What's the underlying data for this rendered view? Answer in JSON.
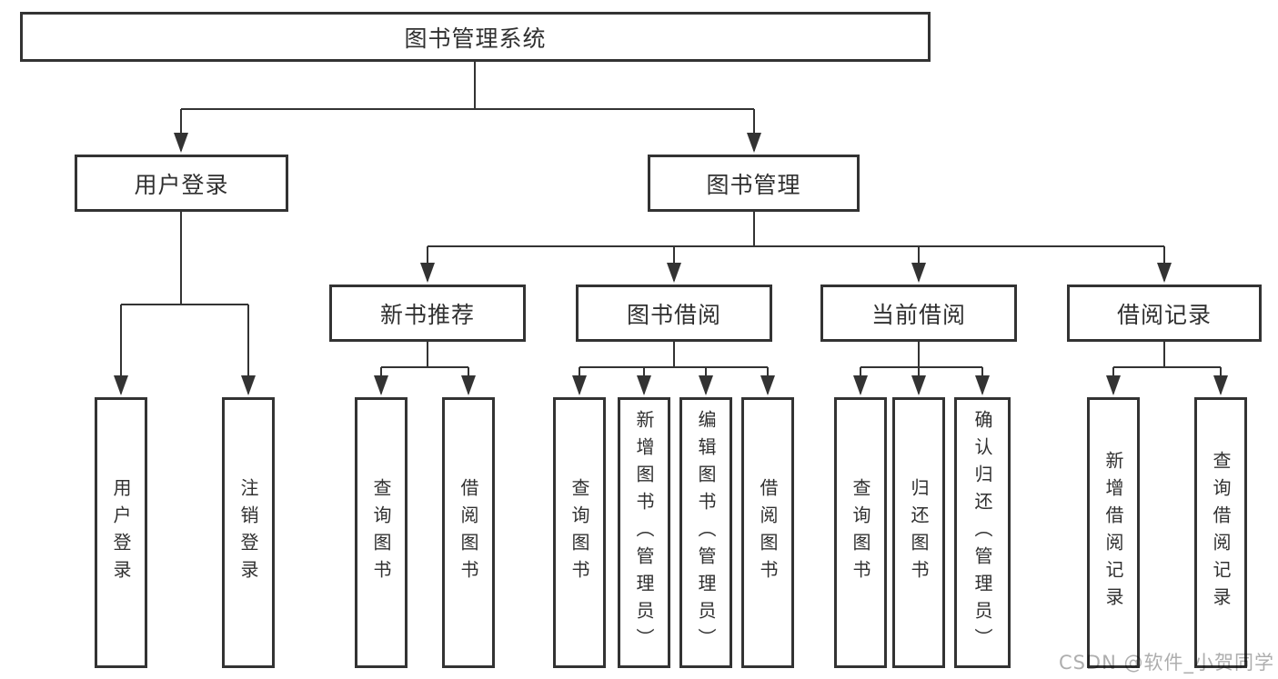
{
  "tree": {
    "root": {
      "label": "图书管理系统",
      "children": [
        {
          "label": "用户登录",
          "children": [
            {
              "label": "用户登录"
            },
            {
              "label": "注销登录"
            }
          ]
        },
        {
          "label": "图书管理",
          "children": [
            {
              "label": "新书推荐",
              "children": [
                {
                  "label": "查询图书"
                },
                {
                  "label": "借阅图书"
                }
              ]
            },
            {
              "label": "图书借阅",
              "children": [
                {
                  "label": "查询图书"
                },
                {
                  "label": "新增图书（管理员）"
                },
                {
                  "label": "编辑图书（管理员）"
                },
                {
                  "label": "借阅图书"
                }
              ]
            },
            {
              "label": "当前借阅",
              "children": [
                {
                  "label": "查询图书"
                },
                {
                  "label": "归还图书"
                },
                {
                  "label": "确认归还（管理员）"
                }
              ]
            },
            {
              "label": "借阅记录",
              "children": [
                {
                  "label": "新增借阅记录"
                },
                {
                  "label": "查询借阅记录"
                }
              ]
            }
          ]
        }
      ]
    }
  },
  "watermark": {
    "text": "CSDN @软件_小贺同学"
  },
  "colors": {
    "box_border": "#333333",
    "connector_line": "#333333",
    "label_text": "#303030",
    "watermark_text": "#aeaeae",
    "background": "#ffffff"
  }
}
